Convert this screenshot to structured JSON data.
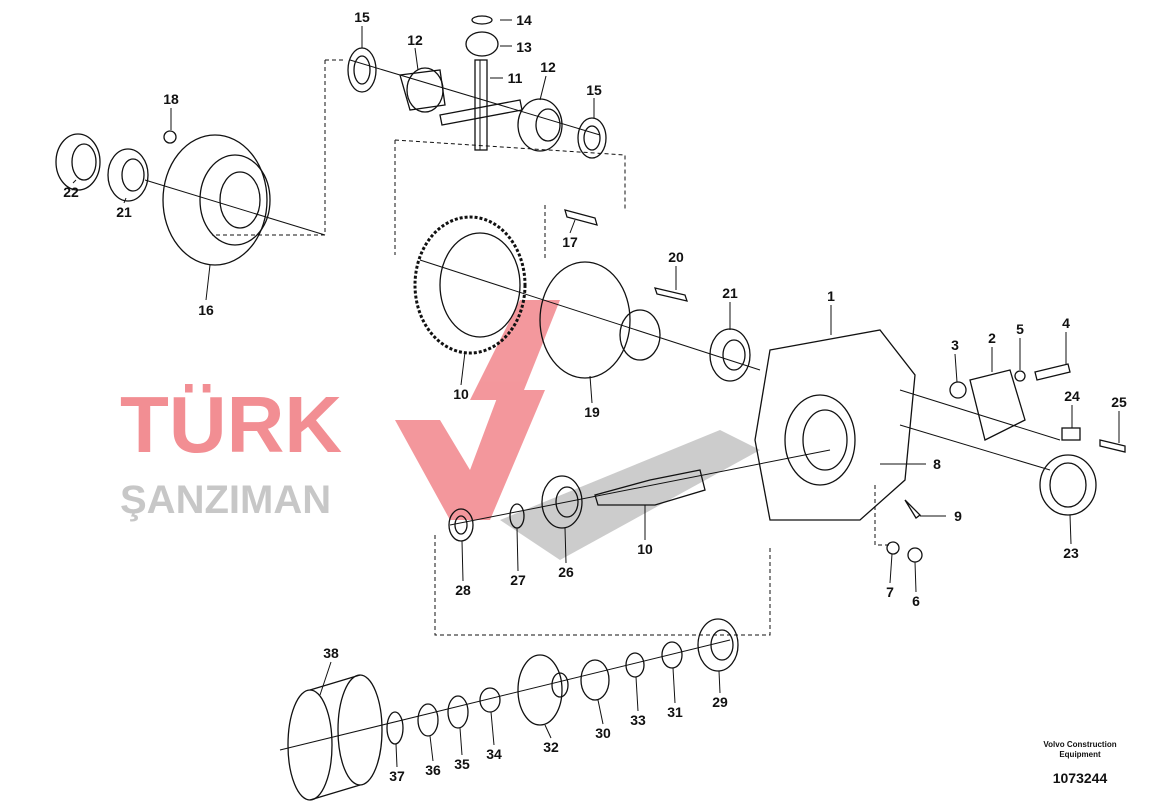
{
  "callouts": [
    "15",
    "14",
    "13",
    "12",
    "11",
    "12",
    "15",
    "18",
    "22",
    "21",
    "16",
    "17",
    "20",
    "21",
    "1",
    "3",
    "2",
    "5",
    "4",
    "24",
    "25",
    "10",
    "19",
    "8",
    "9",
    "10",
    "28",
    "27",
    "26",
    "23",
    "7",
    "6",
    "38",
    "37",
    "36",
    "35",
    "34",
    "32",
    "30",
    "33",
    "31",
    "29"
  ],
  "footer": {
    "brand": "Volvo Construction Equipment",
    "doc_number": "1073244"
  },
  "watermark": {
    "line1": "TÜRK",
    "line2": "ŞANZIMAN"
  },
  "colors": {
    "ink": "#111111",
    "watermark": "#e8323c",
    "watermark_grey": "#9a9a9a"
  }
}
